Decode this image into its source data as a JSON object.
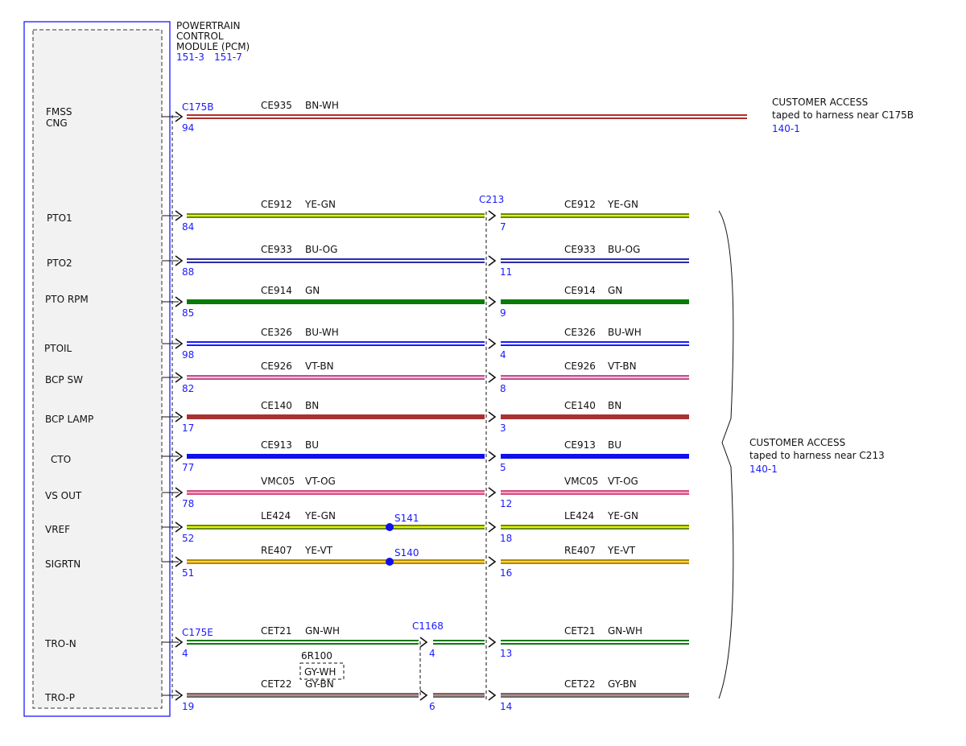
{
  "module": {
    "title_lines": [
      "POWERTRAIN",
      "CONTROL",
      "MODULE (PCM)"
    ],
    "refs": [
      "151-3",
      "151-7"
    ]
  },
  "wires": [
    {
      "pins": [
        "FMSS",
        "CNG"
      ],
      "pcm_pin": "94",
      "connector1": "C175B",
      "circuit": "CE935",
      "color": "BN-WH",
      "right": false,
      "stripes": [
        "#b0302a",
        "#ffffff",
        "#b0302a"
      ]
    },
    {
      "pins": [
        "PTO1"
      ],
      "pcm_pin": "84",
      "circuit": "CE912",
      "color": "YE-GN",
      "c213_pin": "7",
      "right": true,
      "stripes": [
        "#6a8c00",
        "#e8f000",
        "#6a8c00"
      ]
    },
    {
      "pins": [
        "PTO2"
      ],
      "pcm_pin": "88",
      "circuit": "CE933",
      "color": "BU-OG",
      "c213_pin": "11",
      "right": true,
      "stripes": [
        "#2a2ab0",
        "#ffffff",
        "#2a2ab0"
      ]
    },
    {
      "pins": [
        "PTO RPM"
      ],
      "pcm_pin": "85",
      "circuit": "CE914",
      "color": "GN",
      "c213_pin": "9",
      "right": true,
      "stripes": [
        "#0a7a0a",
        "#0a7a0a",
        "#0a7a0a"
      ]
    },
    {
      "pins": [
        "PTOIL"
      ],
      "pcm_pin": "98",
      "circuit": "CE326",
      "color": "BU-WH",
      "c213_pin": "4",
      "right": true,
      "stripes": [
        "#1a1aff",
        "#ffffff",
        "#1a1aff"
      ]
    },
    {
      "pins": [
        "BCP SW"
      ],
      "pcm_pin": "82",
      "circuit": "CE926",
      "color": "VT-BN",
      "c213_pin": "8",
      "right": true,
      "stripes": [
        "#c0508c",
        "#ffc0e0",
        "#c0508c"
      ]
    },
    {
      "pins": [
        "BCP LAMP"
      ],
      "pcm_pin": "17",
      "circuit": "CE140",
      "color": "BN",
      "c213_pin": "3",
      "right": true,
      "stripes": [
        "#a83232",
        "#a83232",
        "#a83232"
      ]
    },
    {
      "pins": [
        "CTO"
      ],
      "pcm_pin": "77",
      "circuit": "CE913",
      "color": "BU",
      "c213_pin": "5",
      "right": true,
      "stripes": [
        "#1010ee",
        "#1010ee",
        "#1010ee"
      ]
    },
    {
      "pins": [
        "VS OUT"
      ],
      "pcm_pin": "78",
      "circuit": "VMC05",
      "color": "VT-OG",
      "c213_pin": "12",
      "right": true,
      "stripes": [
        "#d05080",
        "#ff9ec0",
        "#d05080"
      ]
    },
    {
      "pins": [
        "VREF"
      ],
      "pcm_pin": "52",
      "circuit": "LE424",
      "color": "YE-GN",
      "c213_pin": "18",
      "splice": "S141",
      "right": true,
      "stripes": [
        "#6a8c00",
        "#e8f000",
        "#6a8c00"
      ]
    },
    {
      "pins": [
        "SIGRTN"
      ],
      "pcm_pin": "51",
      "circuit": "RE407",
      "color": "YE-VT",
      "c213_pin": "16",
      "splice": "S140",
      "right": true,
      "stripes": [
        "#b08a00",
        "#ffd040",
        "#b08a00"
      ]
    },
    {
      "pins": [
        "TRO-N"
      ],
      "pcm_pin": "4",
      "connector1": "C175E",
      "circuit": "CET21",
      "color": "GN-WH",
      "c1168_pin": "4",
      "c1168_label": "C1168",
      "c213_pin": "13",
      "right": true,
      "stripes": [
        "#0a7a0a",
        "#ffffff",
        "#0a7a0a"
      ]
    },
    {
      "pins": [
        "TRO-P"
      ],
      "pcm_pin": "19",
      "circuit": "CET22",
      "color": "GY-BN",
      "c1168_pin": "6",
      "c213_pin": "14",
      "right": true,
      "stripes": [
        "#6a6a6a",
        "#d08080",
        "#6a6a6a"
      ]
    }
  ],
  "c213_label": "C213",
  "component_6r100": {
    "name": "6R100",
    "wire": "GY-WH"
  },
  "access_top": {
    "lines": [
      "CUSTOMER ACCESS",
      "taped to harness near C175B"
    ],
    "ref": "140-1"
  },
  "access_mid": {
    "lines": [
      "CUSTOMER ACCESS",
      "taped to harness near C213"
    ],
    "ref": "140-1"
  }
}
